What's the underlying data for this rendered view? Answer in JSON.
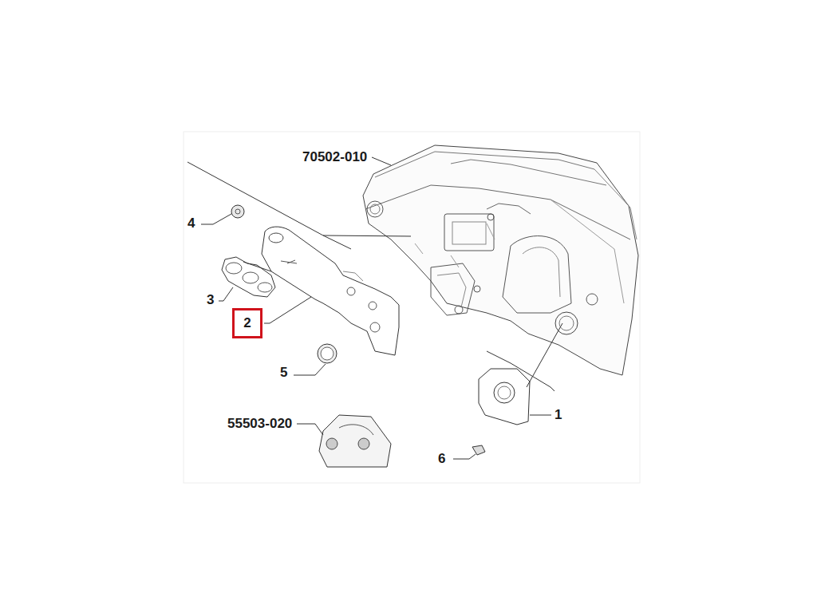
{
  "diagram": {
    "nodes": [
      {
        "text": [
          "2"
        ]
      }
    ],
    "labels": [
      "70502-010",
      "4",
      "3",
      "5",
      "55503-020",
      "1",
      "6"
    ]
  }
}
